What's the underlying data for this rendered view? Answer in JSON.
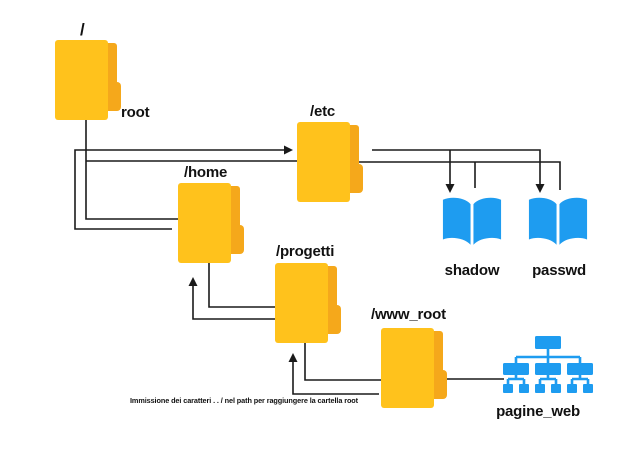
{
  "nodes": {
    "root": {
      "path_label": "/",
      "label": "root"
    },
    "etc": {
      "label": "/etc"
    },
    "home": {
      "label": "/home"
    },
    "progetti": {
      "label": "/progetti"
    },
    "www_root": {
      "label": "/www_root"
    },
    "shadow": {
      "label": "shadow"
    },
    "passwd": {
      "label": "passwd"
    },
    "pagine_web": {
      "label": "pagine_web"
    }
  },
  "caption": "Immissione dei caratteri . . / nel path per raggiungere la cartella root",
  "colors": {
    "folder": "#FFC21C",
    "folder_shade": "#F5A81B",
    "file_blue": "#1E9CF0",
    "line": "#1A1A1A"
  }
}
